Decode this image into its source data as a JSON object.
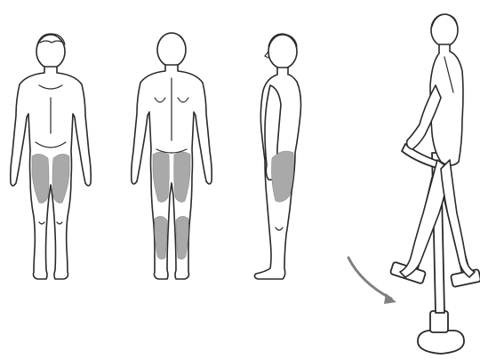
{
  "figures": [
    {
      "view": "front",
      "highlight": "quadriceps"
    },
    {
      "view": "back",
      "highlight": "hamstrings-and-calves"
    },
    {
      "view": "side",
      "highlight": "thigh"
    },
    {
      "view": "exercise",
      "highlight": "none"
    }
  ],
  "colors": {
    "line": "#2a2a2a",
    "muscle": "#a9a9a9",
    "arrow": "#808080",
    "background": "#ffffff"
  },
  "icons": {
    "arrow": "curved-arrow"
  }
}
